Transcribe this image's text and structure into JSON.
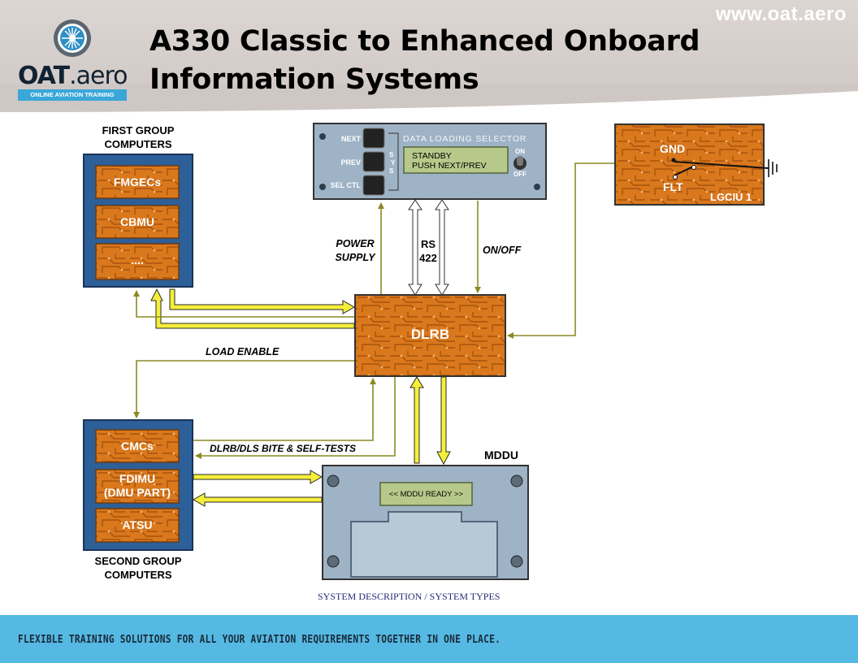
{
  "header": {
    "website": "www.oat.aero",
    "title": "A330 Classic to Enhanced Onboard Information Systems",
    "logo_text_bold": "OAT",
    "logo_text_light": ".aero",
    "logo_tagline": "ONLINE AVIATION TRAINING"
  },
  "diagram": {
    "first_group_label_1": "FIRST GROUP",
    "first_group_label_2": "COMPUTERS",
    "first_group_items": [
      "FMGECs",
      "CBMU",
      "...."
    ],
    "second_group_label_1": "SECOND GROUP",
    "second_group_label_2": "COMPUTERS",
    "second_group_items": [
      "CMCs",
      "FDIMU",
      "(DMU PART)",
      "ATSU"
    ],
    "dls": {
      "title": "DATA LOADING SELECTOR",
      "buttons": [
        "NEXT",
        "PREV",
        "SEL CTL"
      ],
      "sys_letters": [
        "S",
        "Y",
        "S"
      ],
      "display_line_1": "STANDBY",
      "display_line_2": "PUSH NEXT/PREV",
      "switch_on": "ON",
      "switch_off": "OFF"
    },
    "lgciu": {
      "gnd": "GND",
      "flt": "FLT",
      "name": "LGCIU 1"
    },
    "dlrb": "DLRB",
    "mddu_title": "MDDU",
    "mddu_display": "<< MDDU READY >>",
    "power_supply_1": "POWER",
    "power_supply_2": "SUPPLY",
    "rs_1": "RS",
    "rs_2": "422",
    "on_off": "ON/OFF",
    "load_enable": "LOAD ENABLE",
    "bite": "DLRB/DLS BITE & SELF-TESTS"
  },
  "caption": "SYSTEM DESCRIPTION / SYSTEM TYPES",
  "footer": "FLEXIBLE TRAINING SOLUTIONS FOR ALL YOUR AVIATION REQUIREMENTS TOGETHER IN ONE PLACE.",
  "colors": {
    "board_orange": "#d9781c",
    "group_blue": "#2d5f99",
    "arrow_yellow": "#f5ef3a",
    "olive_line": "#8a8a22",
    "footer_blue": "#55b9e3"
  }
}
